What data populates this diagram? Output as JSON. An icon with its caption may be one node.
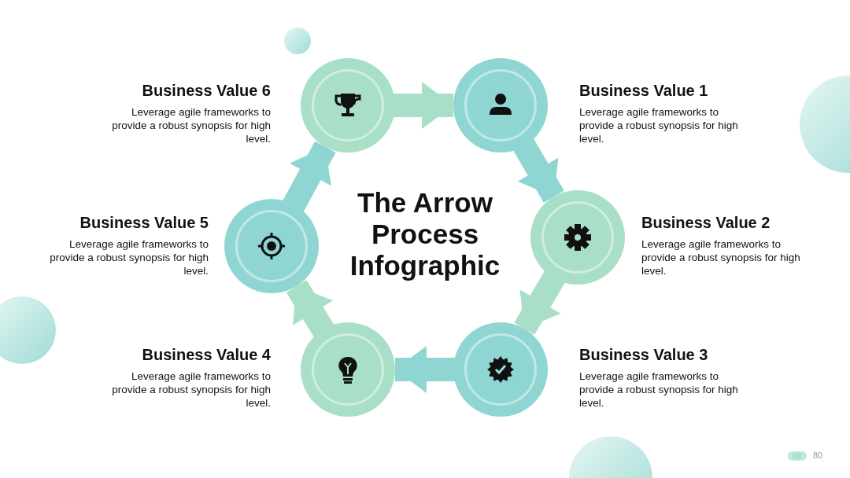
{
  "diagram": {
    "title": "The Arrow Process Infographic",
    "nodes": [
      {
        "text": [],
        "shape": "circle",
        "beside": [
          "Business Value 1",
          "Leverage agile frameworks to provide a robust synopsis for high level."
        ]
      },
      {
        "text": [],
        "shape": "circle",
        "beside": [
          "Business Value 2",
          "Leverage agile frameworks to provide a robust synopsis for high level."
        ]
      },
      {
        "text": [],
        "shape": "circle",
        "beside": [
          "Business Value 3",
          "Leverage agile frameworks to provide a robust synopsis for high level."
        ]
      },
      {
        "text": [],
        "shape": "circle",
        "beside": [
          "Business Value 4",
          "Leverage agile frameworks to provide a robust synopsis for high level."
        ]
      },
      {
        "text": [],
        "shape": "circle",
        "beside": [
          "Business Value 5",
          "Leverage agile frameworks to provide a robust synopsis for high level."
        ]
      },
      {
        "text": [],
        "shape": "circle",
        "beside": [
          "Business Value 6",
          "Leverage agile frameworks to provide a robust synopsis for high level."
        ]
      }
    ],
    "edges": [
      {
        "from": 5,
        "to": 0,
        "arrow": "to",
        "color": "#a8dfc6"
      },
      {
        "from": 0,
        "to": 1,
        "arrow": "to",
        "color": "#8fd6d3"
      },
      {
        "from": 1,
        "to": 2,
        "arrow": "to",
        "color": "#a8dfc6"
      },
      {
        "from": 2,
        "to": 3,
        "arrow": "to",
        "color": "#8fd6d3"
      },
      {
        "from": 3,
        "to": 4,
        "arrow": "to",
        "color": "#a8dfc6"
      },
      {
        "from": 4,
        "to": 5,
        "arrow": "to",
        "color": "#8fd6d3"
      }
    ],
    "labels": [
      "80"
    ]
  }
}
